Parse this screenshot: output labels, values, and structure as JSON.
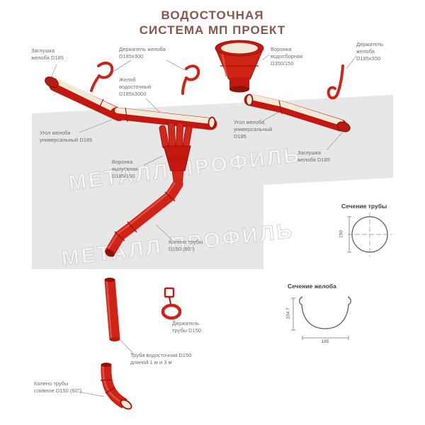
{
  "title": {
    "line1": "ВОДОСТОЧНАЯ",
    "line2": "СИСТЕМА МП ПРОЕКТ"
  },
  "watermark": "МЕТАЛЛ ПРОФИЛЬ",
  "labels": {
    "end_cap_left": "Заглушка желоба D185",
    "gutter_holder_left": "Держатель желоба D185х300",
    "funnel_collect": "Воронка водосборная D350/150",
    "gutter_holder_right": "Держатель желоба D185х350",
    "gutter": "Желоб водосточный D185х3000",
    "corner_left": "Угол желоба универсальный D185",
    "corner_right": "Угол желоба универсальный D185",
    "end_cap_right": "Заглушка желоба D185",
    "funnel_outlet": "Воронка выпускная D185/150",
    "pipe_elbow": "Колено трубы D150 (60°)",
    "pipe_holder": "Держатель трубы D150",
    "pipe": "Труба водосточная D150 длиной 1 м и 3 м",
    "drain_elbow": "Колено трубы сливное D150 (60°)"
  },
  "sections": {
    "pipe": {
      "title": "Сечение трубы",
      "diameter": "150"
    },
    "gutter": {
      "title": "Сечение желоба",
      "height": "104.7",
      "width": "185"
    }
  },
  "colors": {
    "component_red": "#cf2318",
    "component_dark": "#8f120c",
    "gutter_inner": "#f1ead7",
    "title_brown": "#8a564b",
    "panel_gray": "#e7e7e7",
    "label_gray": "#6e6e6e"
  }
}
